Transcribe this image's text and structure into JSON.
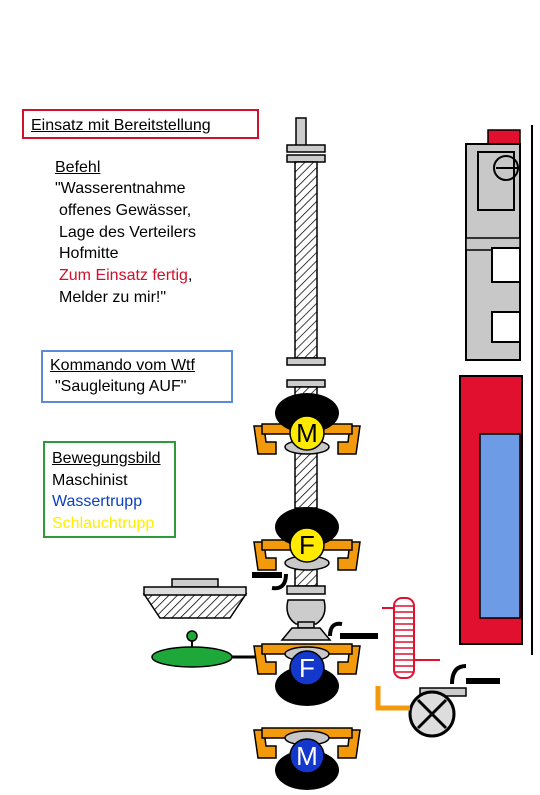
{
  "title_box": {
    "label": "Einsatz mit Bereitstellung",
    "border_color": "#d0102c"
  },
  "order": {
    "heading": "Befehl",
    "line1": "\"Wasserentnahme",
    "line2": "offenes Gewässer,",
    "line3": "Lage des Verteilers",
    "line4": "Hofmitte",
    "line5_red": "Zum Einsatz fertig",
    "line5_rest": ",",
    "line6": "Melder zu mir!\""
  },
  "command_box": {
    "heading": "Kommando vom Wtf",
    "text": "\"Saugleitung AUF\"",
    "border_color": "#5b8bd6"
  },
  "movement_box": {
    "heading": "Bewegungsbild",
    "items": [
      {
        "label": "Maschinist",
        "color": "#000000"
      },
      {
        "label": "Wassertrupp",
        "color": "#0a3fbf"
      },
      {
        "label": "Schlauchtrupp",
        "color": "#ffee00"
      }
    ],
    "border_color": "#2e9a3a"
  },
  "crew": {
    "m_yellow": "M",
    "f_yellow": "F",
    "f_blue": "F",
    "m_blue": "M"
  },
  "colors": {
    "yellow": "#ffea00",
    "blue": "#1538cc",
    "orange": "#f39a0c",
    "green": "#1fa83a",
    "red": "#e0102e",
    "gray": "#c8c8c8"
  }
}
